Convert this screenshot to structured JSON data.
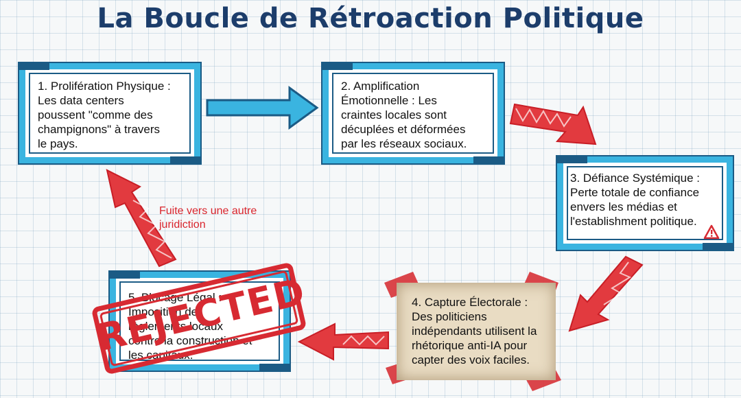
{
  "title": "La Boucle de Rétroaction Politique",
  "steps": [
    {
      "lines": [
        "1. Prolifération Physique :",
        "Les data centers",
        "poussent \"comme des",
        "champignons\" à travers",
        "le pays."
      ]
    },
    {
      "lines": [
        "2. Amplification",
        "Émotionnelle : Les",
        "craintes locales sont",
        "décuplées et déformées",
        "par les réseaux sociaux."
      ]
    },
    {
      "lines": [
        "3. Défiance Systémique :",
        "Perte totale de confiance",
        "envers les médias et",
        "l'establishment politique."
      ]
    },
    {
      "lines": [
        "4. Capture Électorale :",
        "Des politiciens",
        "indépendants utilisent la",
        "rhétorique anti-IA pour",
        "capter des voix faciles."
      ]
    },
    {
      "lines": [
        "5. Blocage Légal :",
        "Imposition de",
        "règlements locaux",
        "contre la construction et",
        "les capitaux."
      ]
    }
  ],
  "escape_label": [
    "Fuite vers une autre",
    "juridiction"
  ],
  "stamp": "REJECTED",
  "colors": {
    "title": "#1c3d6b",
    "box_border": "#3ab4e0",
    "box_outline": "#1b5b85",
    "red": "#d72a32",
    "parchment": "#e9dcc3"
  },
  "icons": [
    "warning-icon"
  ]
}
